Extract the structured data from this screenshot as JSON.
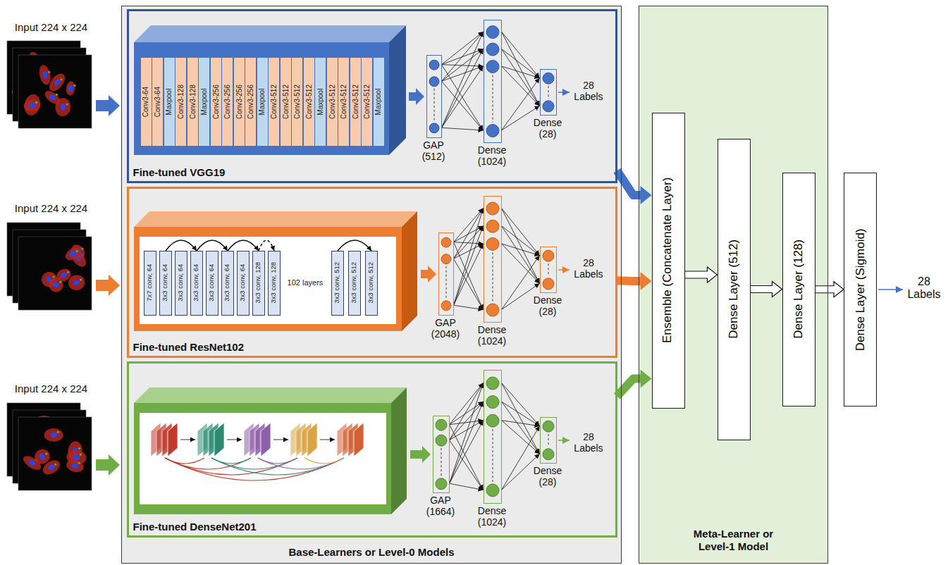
{
  "diagram": {
    "nodes": [
      {
        "text": [
          "Base-Learners or Level-0 Models"
        ]
      },
      {
        "text": [
          "Fine-tuned VGG19"
        ],
        "in": 0
      },
      {
        "text": [
          "Conv3-64"
        ],
        "in": 1
      },
      {
        "text": [
          "Conv3-64"
        ],
        "in": 1
      },
      {
        "text": [
          "Maxpool"
        ],
        "in": 1
      },
      {
        "text": [
          "Conv3-128"
        ],
        "in": 1
      },
      {
        "text": [
          "Conv3-128"
        ],
        "in": 1
      },
      {
        "text": [
          "Maxpool"
        ],
        "in": 1
      },
      {
        "text": [
          "Conv3-256"
        ],
        "in": 1
      },
      {
        "text": [
          "Conv3-256"
        ],
        "in": 1
      },
      {
        "text": [
          "Conv3-256"
        ],
        "in": 1
      },
      {
        "text": [
          "Conv3-256"
        ],
        "in": 1
      },
      {
        "text": [
          "Maxpool"
        ],
        "in": 1
      },
      {
        "text": [
          "Conv3-512"
        ],
        "in": 1
      },
      {
        "text": [
          "Conv3-512"
        ],
        "in": 1
      },
      {
        "text": [
          "Conv3-512"
        ],
        "in": 1
      },
      {
        "text": [
          "Conv3-512"
        ],
        "in": 1
      },
      {
        "text": [
          "Maxpool"
        ],
        "in": 1
      },
      {
        "text": [
          "Conv3-512"
        ],
        "in": 1
      },
      {
        "text": [
          "Conv3-512"
        ],
        "in": 1
      },
      {
        "text": [
          "Conv3-512"
        ],
        "in": 1
      },
      {
        "text": [
          "Conv3-512"
        ],
        "in": 1
      },
      {
        "text": [
          "Maxpool"
        ],
        "in": 1
      },
      {
        "text": [
          "GAP (512)"
        ],
        "in": 1
      },
      {
        "text": [
          "Dense (1024)"
        ],
        "in": 1
      },
      {
        "text": [
          "Dense (28)"
        ],
        "in": 1
      },
      {
        "text": [
          "Fine-tuned ResNet102"
        ],
        "in": 0
      },
      {
        "text": [
          "7x7 conv, 64"
        ],
        "in": 26
      },
      {
        "text": [
          "3x3 conv, 64"
        ],
        "in": 26
      },
      {
        "text": [
          "3x3 conv, 64"
        ],
        "in": 26
      },
      {
        "text": [
          "3x3 conv, 64"
        ],
        "in": 26
      },
      {
        "text": [
          "3x3 conv, 64"
        ],
        "in": 26
      },
      {
        "text": [
          "3x3 conv, 64"
        ],
        "in": 26
      },
      {
        "text": [
          "3x3 conv, 64"
        ],
        "in": 26
      },
      {
        "text": [
          "3x3 conv, 128"
        ],
        "in": 26
      },
      {
        "text": [
          "3x3 conv, 128"
        ],
        "in": 26
      },
      {
        "text": [
          "3x3 conv, 512"
        ],
        "in": 26
      },
      {
        "text": [
          "3x3 conv, 512"
        ],
        "in": 26
      },
      {
        "text": [
          "3x3 conv, 512"
        ],
        "in": 26
      },
      {
        "text": [
          "GAP (2048)"
        ],
        "in": 26
      },
      {
        "text": [
          "Dense (1024)"
        ],
        "in": 26
      },
      {
        "text": [
          "Dense (28)"
        ],
        "in": 26
      },
      {
        "text": [
          "Fine-tuned DenseNet201"
        ],
        "in": 0
      },
      {
        "text": [
          "GAP (1664)"
        ],
        "in": 42
      },
      {
        "text": [
          "Dense (1024)"
        ],
        "in": 42
      },
      {
        "text": [
          "Dense (28)"
        ],
        "in": 42
      },
      {
        "text": [
          "Meta-Learner or Level-1 Model"
        ]
      },
      {
        "text": [
          "Ensemble (Concatenate Layer)"
        ],
        "in": 46
      },
      {
        "text": [
          "Dense Layer (512)"
        ],
        "in": 46
      },
      {
        "text": [
          "Dense Layer (128)"
        ],
        "in": 46
      },
      {
        "text": [
          "Dense Layer (Sigmoid)"
        ]
      }
    ],
    "edges": [
      {
        "from": 23,
        "to": 24,
        "arrow": "to"
      },
      {
        "from": 24,
        "to": 25,
        "arrow": "to"
      },
      {
        "from": 39,
        "to": 40,
        "arrow": "to"
      },
      {
        "from": 40,
        "to": 41,
        "arrow": "to"
      },
      {
        "from": 43,
        "to": 44,
        "arrow": "to"
      },
      {
        "from": 44,
        "to": 45,
        "arrow": "to"
      },
      {
        "from": 1,
        "to": 47,
        "arrow": "to"
      },
      {
        "from": 26,
        "to": 47,
        "arrow": "to"
      },
      {
        "from": 42,
        "to": 47,
        "arrow": "to"
      },
      {
        "from": 47,
        "to": 48,
        "arrow": "to"
      },
      {
        "from": 48,
        "to": 49,
        "arrow": "to"
      },
      {
        "from": 49,
        "to": 50,
        "arrow": "to"
      }
    ],
    "labels": [
      "Input 224 x 224",
      "Input 224 x 224",
      "Input 224 x 224",
      "102 layers",
      "28 Labels",
      "28 Labels",
      "28 Labels",
      "28 Labels"
    ]
  }
}
